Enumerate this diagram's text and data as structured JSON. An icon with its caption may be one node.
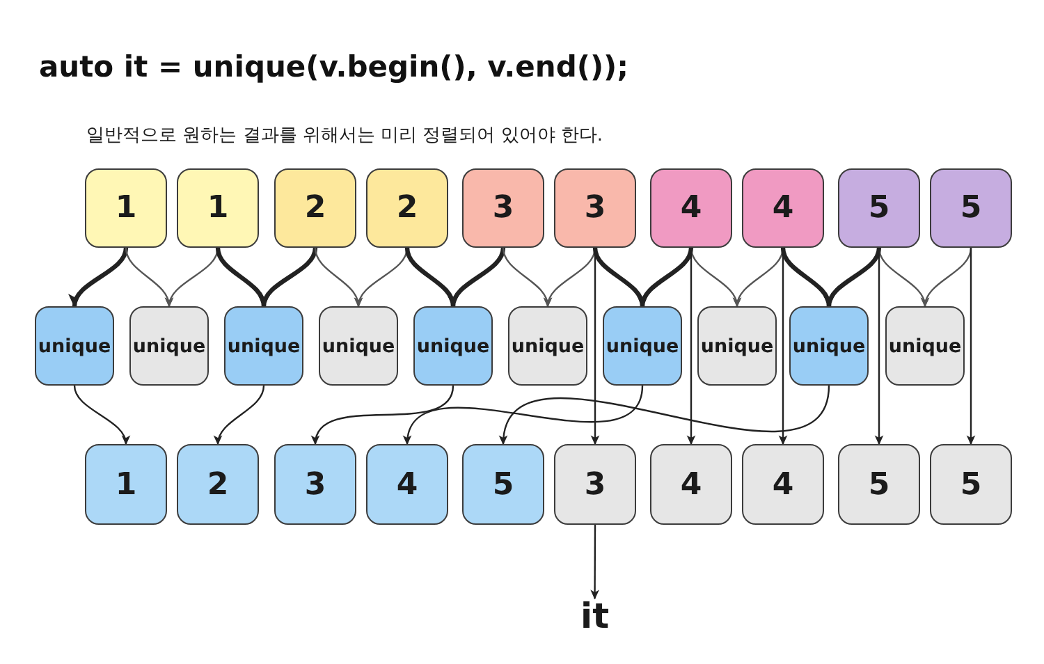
{
  "diagram": {
    "title": "auto it = unique(v.begin(), v.end());",
    "nodes": [
      {
        "text": [
          "1"
        ]
      },
      {
        "text": [
          "1"
        ]
      },
      {
        "text": [
          "2"
        ]
      },
      {
        "text": [
          "2"
        ]
      },
      {
        "text": [
          "3"
        ]
      },
      {
        "text": [
          "3"
        ]
      },
      {
        "text": [
          "4"
        ]
      },
      {
        "text": [
          "4"
        ]
      },
      {
        "text": [
          "5"
        ]
      },
      {
        "text": [
          "5"
        ]
      },
      {
        "text": [
          "unique"
        ]
      },
      {
        "text": [
          "unique"
        ]
      },
      {
        "text": [
          "unique"
        ]
      },
      {
        "text": [
          "unique"
        ]
      },
      {
        "text": [
          "unique"
        ]
      },
      {
        "text": [
          "unique"
        ]
      },
      {
        "text": [
          "unique"
        ]
      },
      {
        "text": [
          "unique"
        ]
      },
      {
        "text": [
          "unique"
        ]
      },
      {
        "text": [
          "unique"
        ]
      },
      {
        "text": [
          "1"
        ]
      },
      {
        "text": [
          "2"
        ]
      },
      {
        "text": [
          "3"
        ]
      },
      {
        "text": [
          "4"
        ]
      },
      {
        "text": [
          "5"
        ]
      },
      {
        "text": [
          "3"
        ]
      },
      {
        "text": [
          "4"
        ]
      },
      {
        "text": [
          "4"
        ]
      },
      {
        "text": [
          "5"
        ]
      },
      {
        "text": [
          "5"
        ]
      },
      {
        "text": [
          "it"
        ]
      }
    ],
    "edges": [
      {
        "from": 0,
        "to": 10,
        "arrow": "to",
        "style": "thick"
      },
      {
        "from": 0,
        "to": 11,
        "arrow": "to",
        "color": "#555555"
      },
      {
        "from": 1,
        "to": 11,
        "arrow": "to",
        "color": "#555555"
      },
      {
        "from": 1,
        "to": 12,
        "arrow": "to",
        "style": "thick"
      },
      {
        "from": 2,
        "to": 12,
        "arrow": "to",
        "style": "thick"
      },
      {
        "from": 2,
        "to": 13,
        "arrow": "to",
        "color": "#555555"
      },
      {
        "from": 3,
        "to": 13,
        "arrow": "to",
        "color": "#555555"
      },
      {
        "from": 3,
        "to": 14,
        "arrow": "to",
        "style": "thick"
      },
      {
        "from": 4,
        "to": 14,
        "arrow": "to",
        "style": "thick"
      },
      {
        "from": 4,
        "to": 15,
        "arrow": "to",
        "color": "#555555"
      },
      {
        "from": 5,
        "to": 15,
        "arrow": "to",
        "color": "#555555"
      },
      {
        "from": 5,
        "to": 16,
        "arrow": "to",
        "style": "thick"
      },
      {
        "from": 6,
        "to": 16,
        "arrow": "to",
        "style": "thick"
      },
      {
        "from": 6,
        "to": 17,
        "arrow": "to",
        "color": "#555555"
      },
      {
        "from": 7,
        "to": 17,
        "arrow": "to",
        "color": "#555555"
      },
      {
        "from": 7,
        "to": 18,
        "arrow": "to",
        "style": "thick"
      },
      {
        "from": 8,
        "to": 18,
        "arrow": "to",
        "style": "thick"
      },
      {
        "from": 8,
        "to": 19,
        "arrow": "to",
        "color": "#555555"
      },
      {
        "from": 9,
        "to": 19,
        "arrow": "to",
        "color": "#555555"
      },
      {
        "from": 10,
        "to": 20,
        "arrow": "to"
      },
      {
        "from": 12,
        "to": 21,
        "arrow": "to"
      },
      {
        "from": 14,
        "to": 22,
        "arrow": "to"
      },
      {
        "from": 16,
        "to": 23,
        "arrow": "to"
      },
      {
        "from": 18,
        "to": 24,
        "arrow": "to"
      },
      {
        "from": 5,
        "to": 25,
        "arrow": "to"
      },
      {
        "from": 6,
        "to": 26,
        "arrow": "to"
      },
      {
        "from": 7,
        "to": 27,
        "arrow": "to"
      },
      {
        "from": 8,
        "to": 28,
        "arrow": "to"
      },
      {
        "from": 9,
        "to": 29,
        "arrow": "to"
      },
      {
        "from": 25,
        "to": 30,
        "arrow": "to"
      }
    ],
    "labels": [
      "일반적으로 원하는 결과를 위해서는 미리 정렬되어 있어야 한다."
    ]
  }
}
